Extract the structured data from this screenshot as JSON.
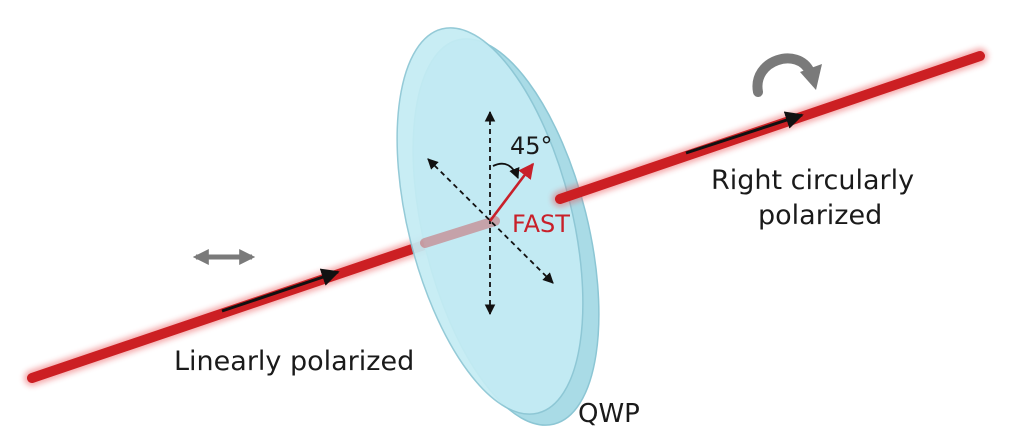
{
  "labels": {
    "input_polarization": "Linearly polarized",
    "output_polarization_line1": "Right circularly",
    "output_polarization_line2": "polarized",
    "plate_name": "QWP",
    "fast_axis": "FAST",
    "angle": "45°"
  },
  "colors": {
    "beam": "#cc1f23",
    "beam_glow": "#e8474c",
    "plate_face": "#c4ecf4",
    "plate_edge": "#a9dbe6",
    "plate_outline": "#8cc6d4",
    "fast_axis": "#c8202a",
    "arrow": "#111111",
    "indicator": "#7a7a7a"
  },
  "icons": [
    "double-headed-arrow-icon",
    "curved-rotation-arrow-icon"
  ]
}
